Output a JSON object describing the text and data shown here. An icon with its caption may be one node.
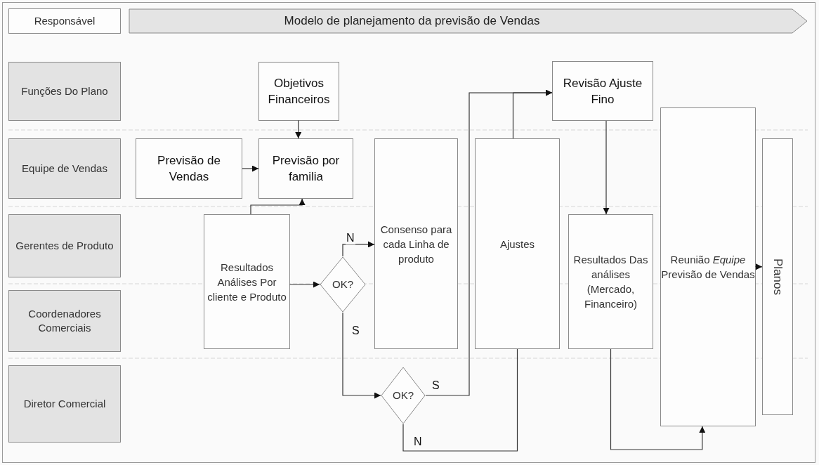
{
  "diagram": {
    "nodes": [
      {
        "text": [
          "Responsável"
        ]
      },
      {
        "text": [
          "Modelo de planejamento da previsão de Vendas"
        ]
      },
      {
        "text": [
          "Funções Do Plano"
        ]
      },
      {
        "text": [
          "Equipe de Vendas"
        ]
      },
      {
        "text": [
          "Gerentes de Produto"
        ]
      },
      {
        "text": [
          "Coordenadores Comerciais"
        ]
      },
      {
        "text": [
          "Diretor Comercial"
        ]
      },
      {
        "text": [
          "Objetivos Financeiros"
        ]
      },
      {
        "text": [
          "Previsão de Vendas"
        ]
      },
      {
        "text": [
          "Previsão por familia"
        ]
      },
      {
        "text": [
          "Resultados Análises Por cliente e Produto"
        ]
      },
      {
        "text": [
          "OK?"
        ]
      },
      {
        "text": [
          "Consenso para cada Linha de produto"
        ]
      },
      {
        "text": [
          "Ajustes"
        ]
      },
      {
        "text": [
          "Revisão Ajuste Fino"
        ]
      },
      {
        "text": [
          "Resultados Das análises (Mercado, Financeiro)"
        ]
      },
      {
        "text": [
          "Reunião *Equipe* Previsão de Vendas"
        ]
      },
      {
        "text": [
          "Planos"
        ]
      },
      {
        "text": [
          "OK?"
        ]
      }
    ],
    "edges": [
      {
        "from": 7,
        "to": 9,
        "arrow": "to"
      },
      {
        "from": 8,
        "to": 9,
        "arrow": "to"
      },
      {
        "from": 10,
        "to": 9,
        "arrow": "to"
      },
      {
        "from": 10,
        "to": 11,
        "arrow": "to"
      },
      {
        "from": 11,
        "to": 12,
        "arrow": "to",
        "label": "N"
      },
      {
        "from": 11,
        "to": 18,
        "arrow": "to",
        "label": "S"
      },
      {
        "from": 18,
        "to": 14,
        "arrow": "to",
        "label": "S"
      },
      {
        "from": 18,
        "to": 13,
        "arrow": "none",
        "label": "N"
      },
      {
        "from": 13,
        "to": 14,
        "arrow": "to"
      },
      {
        "from": 14,
        "to": 15,
        "arrow": "to"
      },
      {
        "from": 15,
        "to": 16,
        "arrow": "to"
      },
      {
        "from": 16,
        "to": 17,
        "arrow": "to"
      }
    ]
  }
}
